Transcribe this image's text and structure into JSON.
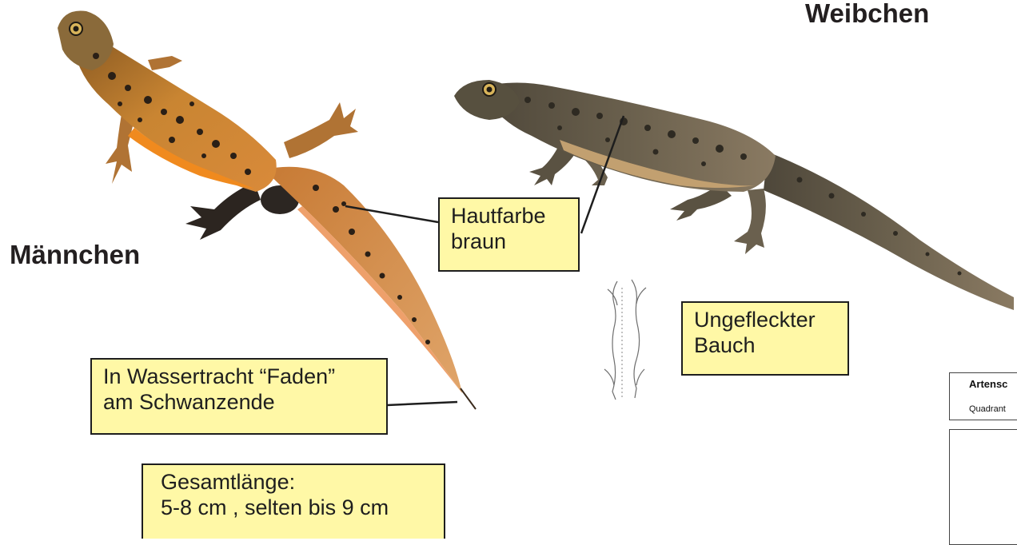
{
  "headings": {
    "male": "Männchen",
    "female": "Weibchen"
  },
  "labels": {
    "skin": [
      "Hautfarbe",
      "braun"
    ],
    "belly": [
      "Ungefleckter",
      "Bauch"
    ],
    "thread": [
      "In Wassertracht “Faden”",
      "am Schwanzende"
    ],
    "length": [
      "Gesamtlänge:",
      "5-8 cm , selten bis 9 cm"
    ]
  },
  "form_fragment": {
    "title": "Artensc",
    "subtitle": "Quadrant"
  },
  "colors": {
    "label_fill": "#fff8a6",
    "male_body": "#c47a2e",
    "male_belly": "#f08a1e",
    "female_body": "#5e5646"
  }
}
